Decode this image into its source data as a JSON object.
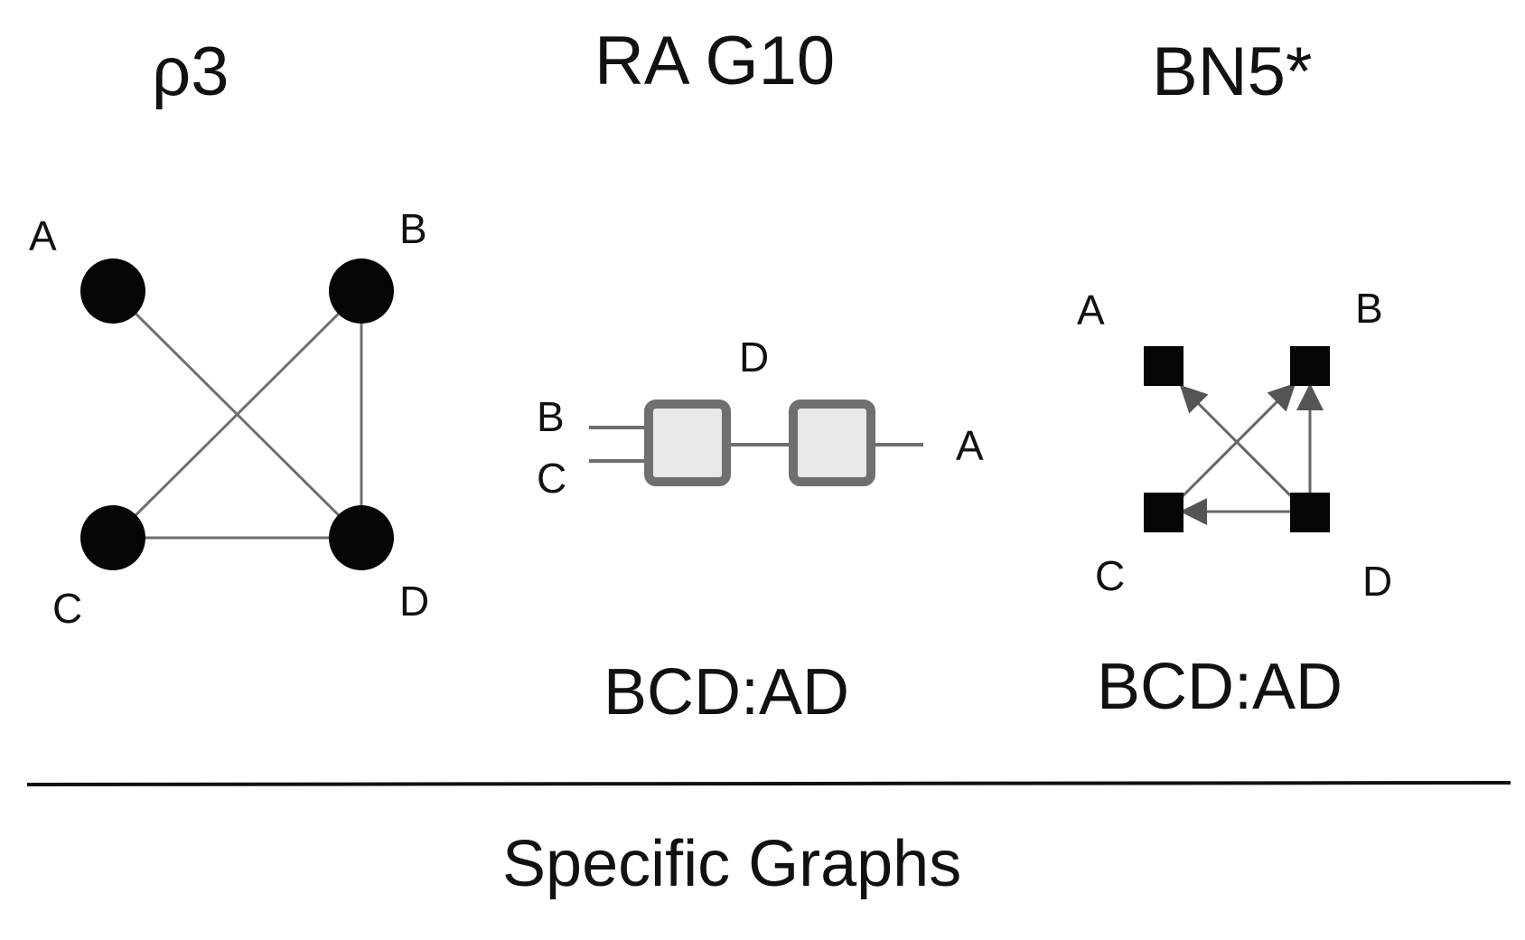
{
  "panels": [
    {
      "title": "ρ3",
      "nodes": {
        "a": "A",
        "b": "B",
        "c": "C",
        "d": "D"
      }
    },
    {
      "title": "RA G10",
      "labels": {
        "b": "B",
        "c": "C",
        "d": "D",
        "a": "A"
      },
      "formula": "BCD:AD"
    },
    {
      "title": "BN5*",
      "nodes": {
        "a": "A",
        "b": "B",
        "c": "C",
        "d": "D"
      },
      "formula": "BCD:AD"
    }
  ],
  "footer": "Specific Graphs"
}
